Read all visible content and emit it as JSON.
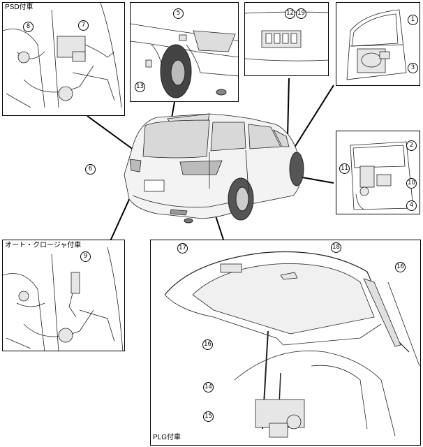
{
  "captions": {
    "psd": "PSD付車",
    "auto_closer": "オート・クロージャ付車",
    "plg": "PLG付車"
  },
  "callouts": {
    "c1": "1",
    "c2": "2",
    "c3": "3",
    "c4": "4",
    "c5": "5",
    "c6": "6",
    "c7": "7",
    "c8": "8",
    "c9": "9",
    "c10": "10",
    "c11": "11",
    "c12": "12",
    "c13": "13",
    "c14": "14",
    "c15": "15",
    "c16a": "16",
    "c16b": "16",
    "c17": "17",
    "c18": "18",
    "c19": "19"
  }
}
